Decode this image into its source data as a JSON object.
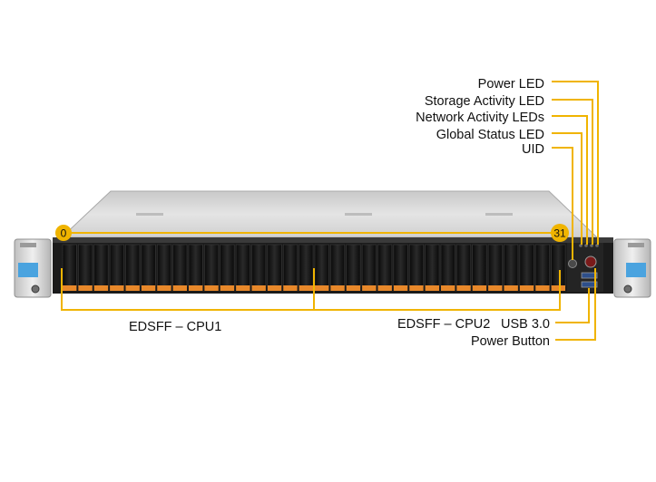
{
  "colors": {
    "callout": "#f0b400",
    "chassis_top": "#d9d9d9",
    "front_panel": "#1b1b1b",
    "bay_orange": "#e8882a",
    "ear_blue": "#4aa3df"
  },
  "labels": {
    "power_led": "Power LED",
    "storage_led": "Storage Activity LED",
    "network_led": "Network Activity LEDs",
    "global_status_led": "Global Status LED",
    "uid": "UID",
    "usb": "USB 3.0",
    "power_button": "Power Button",
    "edsff_cpu1": "EDSFF – CPU1",
    "edsff_cpu2": "EDSFF – CPU2",
    "bay_first": "0",
    "bay_last": "31"
  },
  "drive_bays": {
    "count": 32
  }
}
